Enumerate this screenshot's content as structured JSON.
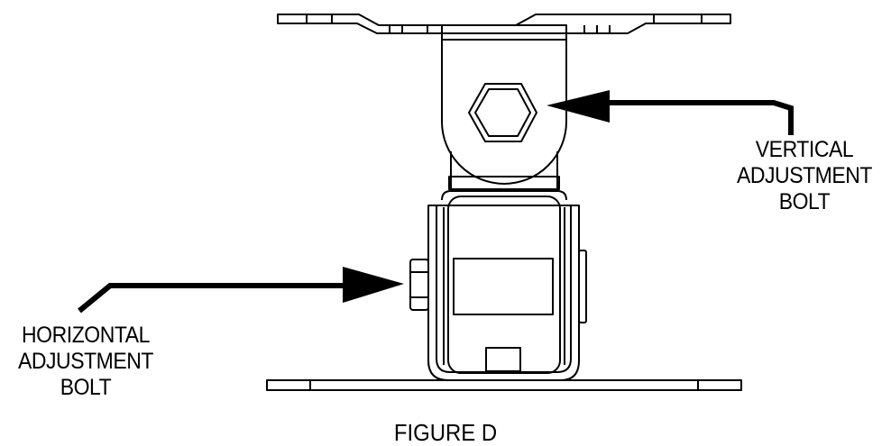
{
  "figure": {
    "caption": "FIGURE D"
  },
  "callouts": {
    "vertical": {
      "lines": [
        "VERTICAL",
        "ADJUSTMENT",
        "BOLT"
      ]
    },
    "horizontal": {
      "lines": [
        "HORIZONTAL",
        "ADJUSTMENT",
        "BOLT"
      ]
    }
  },
  "colors": {
    "ink": "#000000",
    "background": "#ffffff"
  }
}
